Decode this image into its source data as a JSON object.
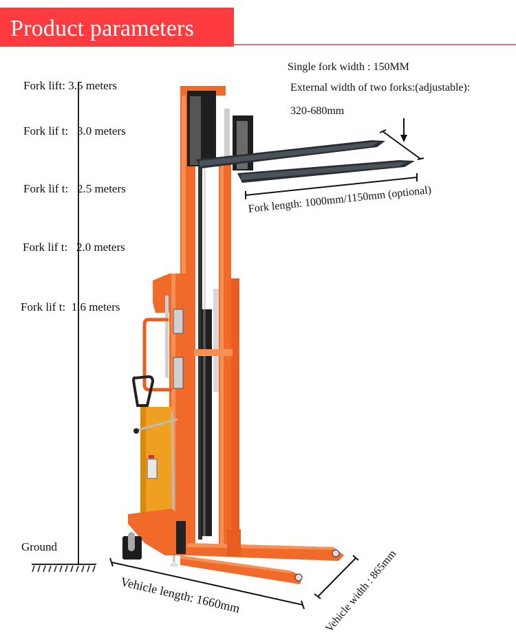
{
  "header": {
    "title": "Product parameters",
    "accent_color": "#ff3b3f"
  },
  "lift_heights": [
    {
      "label": "Fork lift",
      "sep": ":",
      "value": "3.5 meters"
    },
    {
      "label": "Fork lif t",
      "sep": ":",
      "value": "3.0 meters"
    },
    {
      "label": "Fork lif t",
      "sep": ":",
      "value": "2.5 meters"
    },
    {
      "label": "Fork lif t",
      "sep": ":",
      "value": "2.0 meters"
    },
    {
      "label": "Fork lif t",
      "sep": ":",
      "value": "1.6  meters"
    }
  ],
  "ground_label": "Ground",
  "fork_specs": {
    "single_fork_width": "Single fork width  : 150MM",
    "external_width_label": "External width of two forks:(adjustable):",
    "external_width_value": "320-680mm",
    "fork_length": "Fork length: 1000mm/1150mm (optional)"
  },
  "vehicle_dims": {
    "length": "Vehicle length: 1660mm",
    "width": "Vehicle width : 865mm"
  },
  "product": {
    "name": "semi-electric stacker",
    "frame_color": "#f26a2a",
    "body_color": "#f0a020",
    "fork_color": "#2a2e33"
  }
}
